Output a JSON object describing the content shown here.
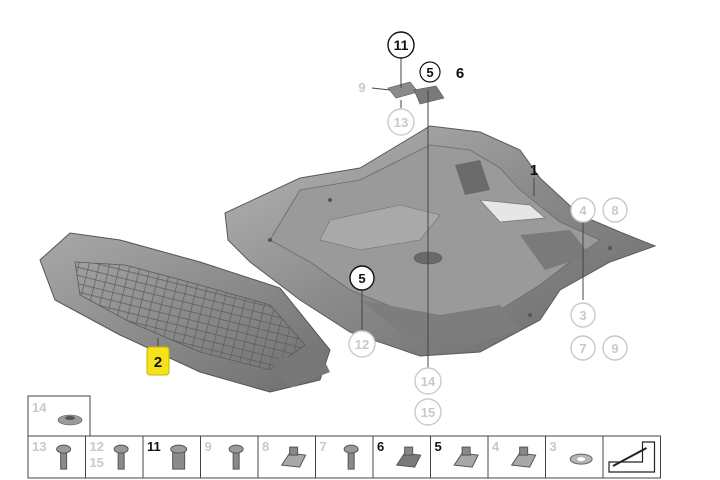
{
  "callouts": {
    "c11": "11",
    "c5_top": "5",
    "c6_top": "6",
    "c9_top": "9",
    "c13_top": "13",
    "c1": "1",
    "c4": "4",
    "c8": "8",
    "c3": "3",
    "c7": "7",
    "c9_right": "9",
    "c5_mid": "5",
    "c12_mid": "12",
    "c14_mid": "14",
    "c15_mid": "15",
    "c2": "2"
  },
  "parts_strip": {
    "top_cell": "14",
    "cells": [
      {
        "labels": [
          "13"
        ],
        "style": "dim"
      },
      {
        "labels": [
          "12",
          "15"
        ],
        "style": "dim"
      },
      {
        "labels": [
          "11"
        ],
        "style": "dark"
      },
      {
        "labels": [
          "9"
        ],
        "style": "dim"
      },
      {
        "labels": [
          "8"
        ],
        "style": "dim"
      },
      {
        "labels": [
          "7"
        ],
        "style": "dim"
      },
      {
        "labels": [
          "6"
        ],
        "style": "dark"
      },
      {
        "labels": [
          "5"
        ],
        "style": "dark"
      },
      {
        "labels": [
          "4"
        ],
        "style": "dim"
      },
      {
        "labels": [
          "3"
        ],
        "style": "dim"
      },
      {
        "labels": [
          ""
        ],
        "style": "dim"
      }
    ]
  },
  "colors": {
    "highlight": "#f5e21a",
    "panel": "#8e8e8e",
    "panel_dark": "#5e5e5e",
    "dim_text": "#c9c9c9"
  }
}
